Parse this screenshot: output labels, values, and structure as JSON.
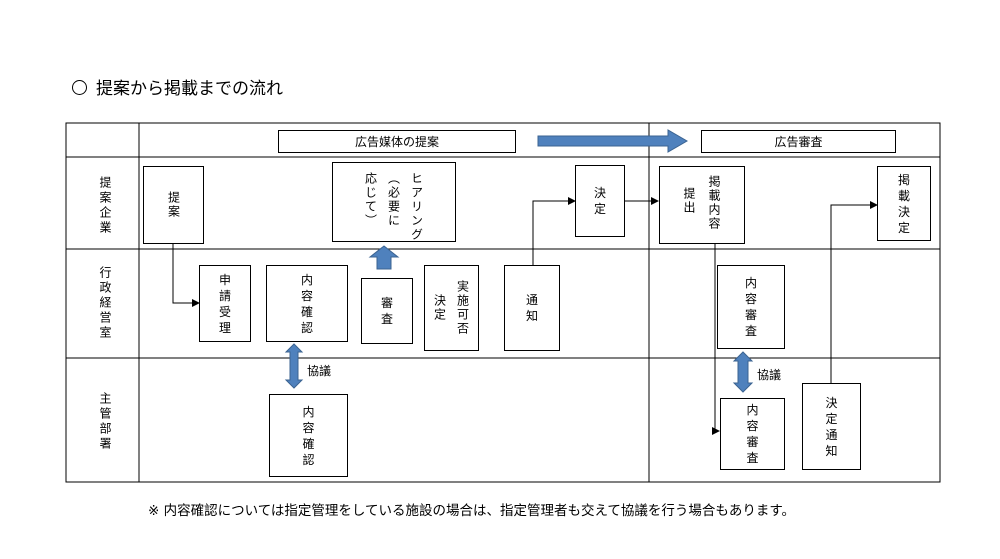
{
  "title": "提案から掲載までの流れ",
  "lanes": {
    "company": "提案企業",
    "admin": "行政経営室",
    "dept": "主管部署"
  },
  "headers": {
    "media_proposal": "広告媒体の提案",
    "ad_review": "広告審査"
  },
  "nodes": {
    "proposal": [
      "提案"
    ],
    "receipt": [
      "申",
      "請",
      "受",
      "理"
    ],
    "content_check_admin": [
      "内",
      "容",
      "確",
      "認"
    ],
    "content_check_dept": [
      "内",
      "容",
      "確",
      "認"
    ],
    "review": [
      "審",
      "査"
    ],
    "hearing": [
      "ヒアリング",
      "（必要に",
      "応じて）"
    ],
    "decision_col2": [
      "実施可否"
    ],
    "decision_col1": [
      "決定"
    ],
    "notify": [
      "通",
      "知"
    ],
    "decide": [
      "決",
      "定"
    ],
    "submit_content_col2": [
      "掲載内容"
    ],
    "submit_content_col1": [
      "提出"
    ],
    "content_review_admin": [
      "内",
      "容",
      "審",
      "査"
    ],
    "content_review_dept": [
      "内",
      "容",
      "審",
      "査"
    ],
    "decision_notice": [
      "決",
      "定",
      "通",
      "知"
    ],
    "publish_decision": [
      "掲",
      "載",
      "決",
      "定"
    ]
  },
  "labels": {
    "consult_1": "協議",
    "consult_2": "協議"
  },
  "footnote": "※ 内容確認については指定管理をしている施設の場合は、指定管理者も交えて協議を行う場合もあります。",
  "colors": {
    "blue_arrow_fill": "#4f81bd",
    "blue_arrow_stroke": "#3b6391",
    "line": "#000000"
  },
  "icons": {
    "title_marker": "circle-icon"
  }
}
